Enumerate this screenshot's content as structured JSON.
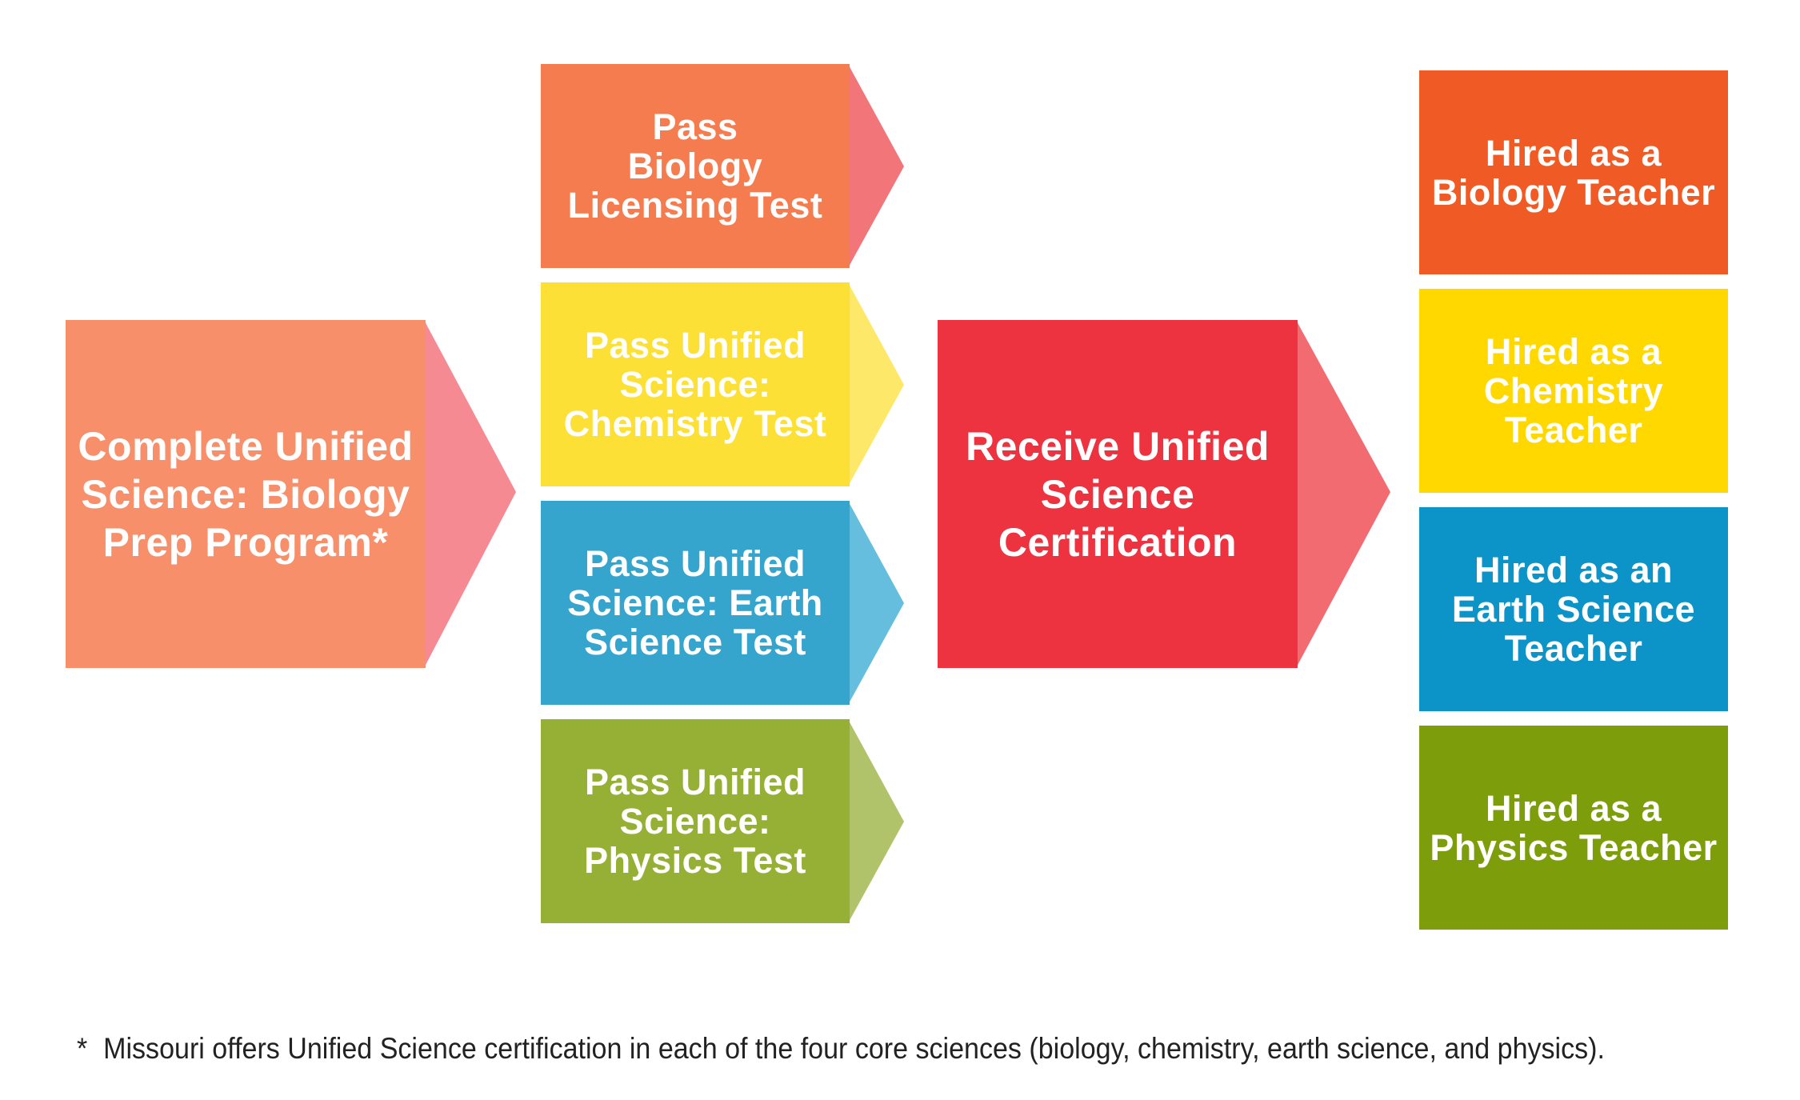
{
  "colors": {
    "start": "#F68F6A",
    "start_arrow": "#F58A92",
    "biology_test": "#F47C4F",
    "biology_test_arrow": "#F27579",
    "chemistry_test": "#FDE035",
    "chemistry_test_arrow": "#FEE86A",
    "earth_test": "#36A5CE",
    "earth_test_arrow": "#65BEDD",
    "physics_test": "#96AF35",
    "physics_test_arrow": "#B1C36A",
    "certification": "#EE3340",
    "certification_arrow": "#F26B71",
    "biology_teacher": "#F05A25",
    "chemistry_teacher": "#FFD800",
    "earth_teacher": "#0C94C8",
    "physics_teacher": "#7D9E0A"
  },
  "start": {
    "label": "Complete Unified\nScience: Biology\nPrep Program*"
  },
  "tests": [
    {
      "label": "Pass\nBiology\nLicensing Test"
    },
    {
      "label": "Pass Unified\nScience:\nChemistry Test"
    },
    {
      "label": "Pass Unified\nScience: Earth\nScience Test"
    },
    {
      "label": "Pass Unified\nScience:\nPhysics Test"
    }
  ],
  "certification": {
    "label": "Receive Unified\nScience\nCertification"
  },
  "outcomes": [
    {
      "label": "Hired as a\nBiology Teacher"
    },
    {
      "label": "Hired as a\nChemistry\nTeacher"
    },
    {
      "label": "Hired as an\nEarth Science\nTeacher"
    },
    {
      "label": "Hired as a\nPhysics Teacher"
    }
  ],
  "footnote": {
    "marker": "*",
    "text": "Missouri offers Unified Science certification in each of the four core sciences (biology, chemistry, earth science, and physics)."
  }
}
